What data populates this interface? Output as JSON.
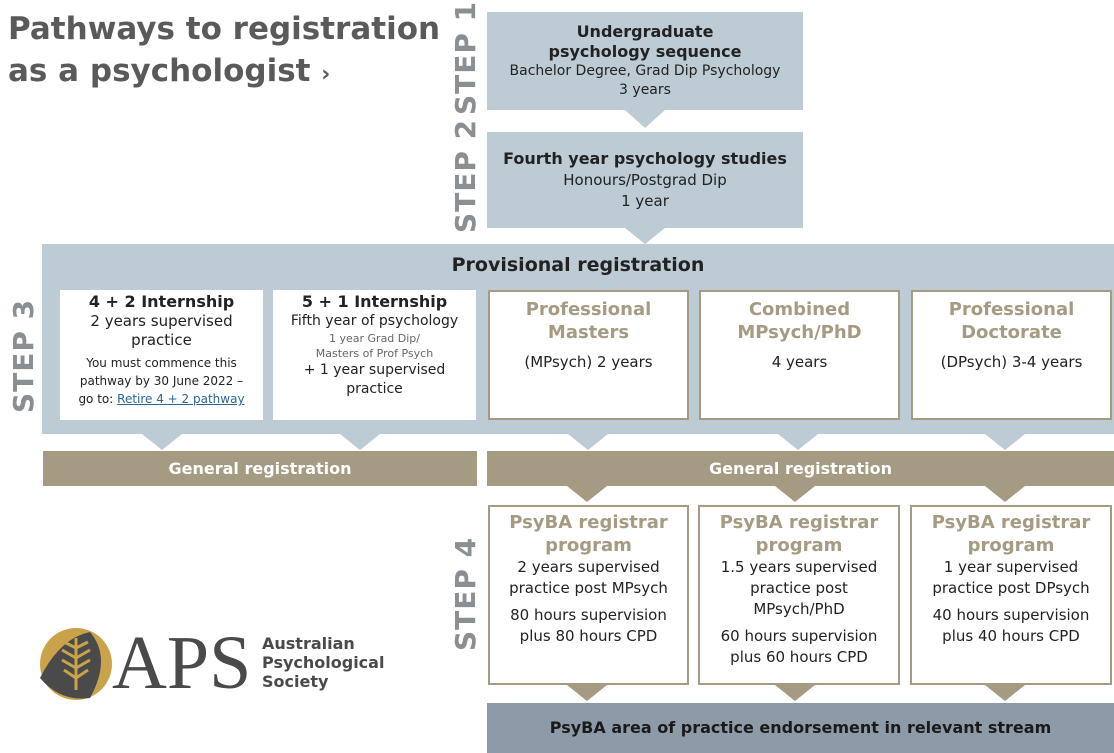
{
  "header": {
    "title_line1": "Pathways to registration",
    "title_line2": "as a psychologist",
    "title_chevron": "›"
  },
  "steps": {
    "step1": "STEP 1",
    "step2": "STEP 2",
    "step3": "STEP 3",
    "step4": "STEP 4"
  },
  "step1_box": {
    "title_line1": "Undergraduate",
    "title_line2": "psychology sequence",
    "detail": "Bachelor Degree, Grad Dip Psychology",
    "duration": "3 years"
  },
  "step2_box": {
    "title": "Fourth year psychology studies",
    "detail": "Honours/Postgrad Dip",
    "duration": "1 year"
  },
  "provisional": {
    "title": "Provisional registration"
  },
  "internship_4_2": {
    "title": "4 + 2 Internship",
    "line1": "2 years supervised",
    "line2": "practice",
    "note1": "You must commence this",
    "note2": "pathway by 30 June 2022 –",
    "note3": "go to:",
    "link": "Retire 4 + 2 pathway"
  },
  "internship_5_1": {
    "title": "5 + 1 Internship",
    "line1": "Fifth year of psychology",
    "small1": "1 year Grad Dip/",
    "small2": "Masters of Prof Psych",
    "line2": "+ 1 year supervised",
    "line3": "practice"
  },
  "prof_masters": {
    "head1": "Professional",
    "head2": "Masters",
    "text": "(MPsych) 2 years"
  },
  "combined": {
    "head1": "Combined",
    "head2": "MPsych/PhD",
    "text": "4 years"
  },
  "prof_doctorate": {
    "head1": "Professional",
    "head2": "Doctorate",
    "text": "(DPsych) 3-4 years"
  },
  "general_left": {
    "label": "General registration"
  },
  "general_right": {
    "label": "General registration"
  },
  "registrar1": {
    "head1": "PsyBA registrar",
    "head2": "program",
    "t1": "2 years supervised",
    "t2": "practice post MPsych",
    "t3": "80 hours supervision",
    "t4": "plus 80 hours CPD"
  },
  "registrar2": {
    "head1": "PsyBA registrar",
    "head2": "program",
    "t1": "1.5 years supervised",
    "t2": "practice post",
    "t3": "MPsych/PhD",
    "t4": "60 hours supervision",
    "t5": "plus 60 hours CPD"
  },
  "registrar3": {
    "head1": "PsyBA registrar",
    "head2": "program",
    "t1": "1 year supervised",
    "t2": "practice post DPsych",
    "t3": "40 hours supervision",
    "t4": "plus 40 hours CPD"
  },
  "endorsement": {
    "label": "PsyBA area of practice endorsement in relevant stream"
  },
  "logo": {
    "letters": "APS",
    "line1": "Australian",
    "line2": "Psychological",
    "line3": "Society"
  },
  "colors": {
    "blue": "#bccbd4",
    "brown": "#a59a82",
    "dark_blue": "#8c9ba7"
  }
}
